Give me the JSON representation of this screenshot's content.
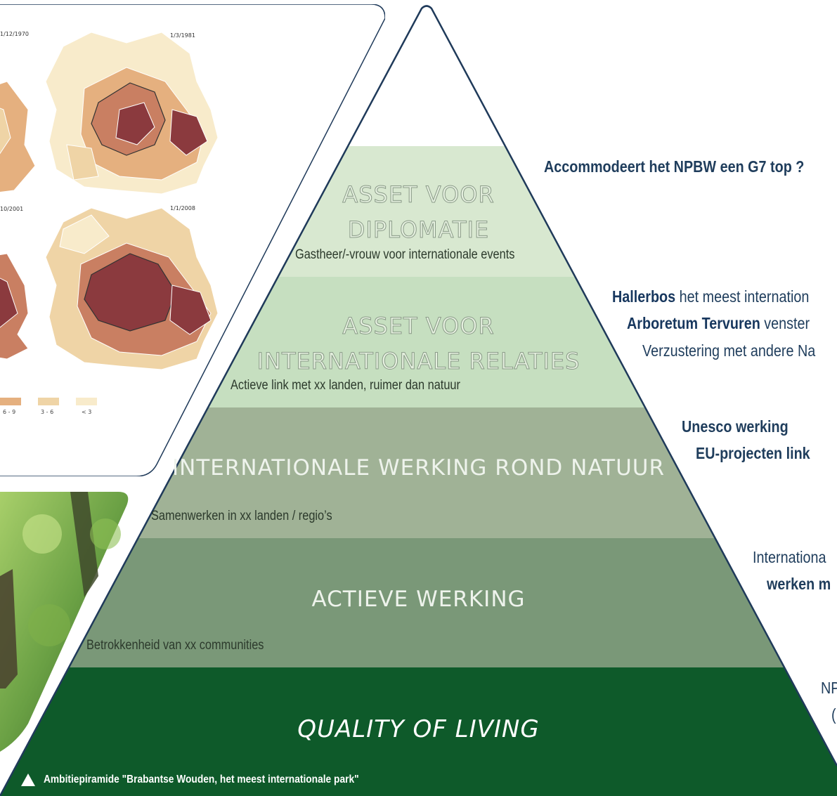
{
  "map_panel": {
    "dates": [
      "1/12/1970",
      "1/3/1981",
      "10/2001",
      "1/1/2008"
    ],
    "legend": [
      "6 - 9",
      "3 - 6",
      "< 3"
    ],
    "colors": [
      "#8b3a3e",
      "#c97f62",
      "#e5b07f",
      "#efd4a6",
      "#f8ebcb"
    ]
  },
  "pyramid": {
    "tiers": [
      {
        "title_line1": "ASSET VOOR",
        "title_line2": "DIPLOMATIE",
        "subtitle": "Gastheer/-vrouw voor internationale events"
      },
      {
        "title_line1": "ASSET VOOR",
        "title_line2": "INTERNATIONALE RELATIES",
        "subtitle": "Actieve link met xx landen, ruimer dan natuur"
      },
      {
        "title_line1": "INTERNATIONALE WERKING ROND NATUUR",
        "subtitle": "Samenwerken in xx landen / regio’s"
      },
      {
        "title_line1": "ACTIEVE WERKING",
        "subtitle": "Betrokkenheid van xx communities"
      },
      {
        "title_line1": "QUALITY OF LIVING"
      }
    ],
    "colors": [
      "#ffffff",
      "#d8e8d0",
      "#c6dfc0",
      "#a0b296",
      "#7a9878",
      "#0e5a2a"
    ]
  },
  "side_texts": {
    "t1": "Accommodeert het NPBW een G7 top ?",
    "t2a_bold": "Hallerbos",
    "t2a_rest": " het meest internation",
    "t2b_bold": "Arboretum Tervuren",
    "t2b_rest": " venster",
    "t2c": "Verzustering met andere Na",
    "t3a": "Unesco werking",
    "t3b": "EU-projecten link",
    "t4a": "Internationa",
    "t4b": "werken m",
    "t5a": "NP",
    "t5b": "("
  },
  "caption": "Ambitiepiramide \"Brabantse Wouden, het meest internationale park\""
}
